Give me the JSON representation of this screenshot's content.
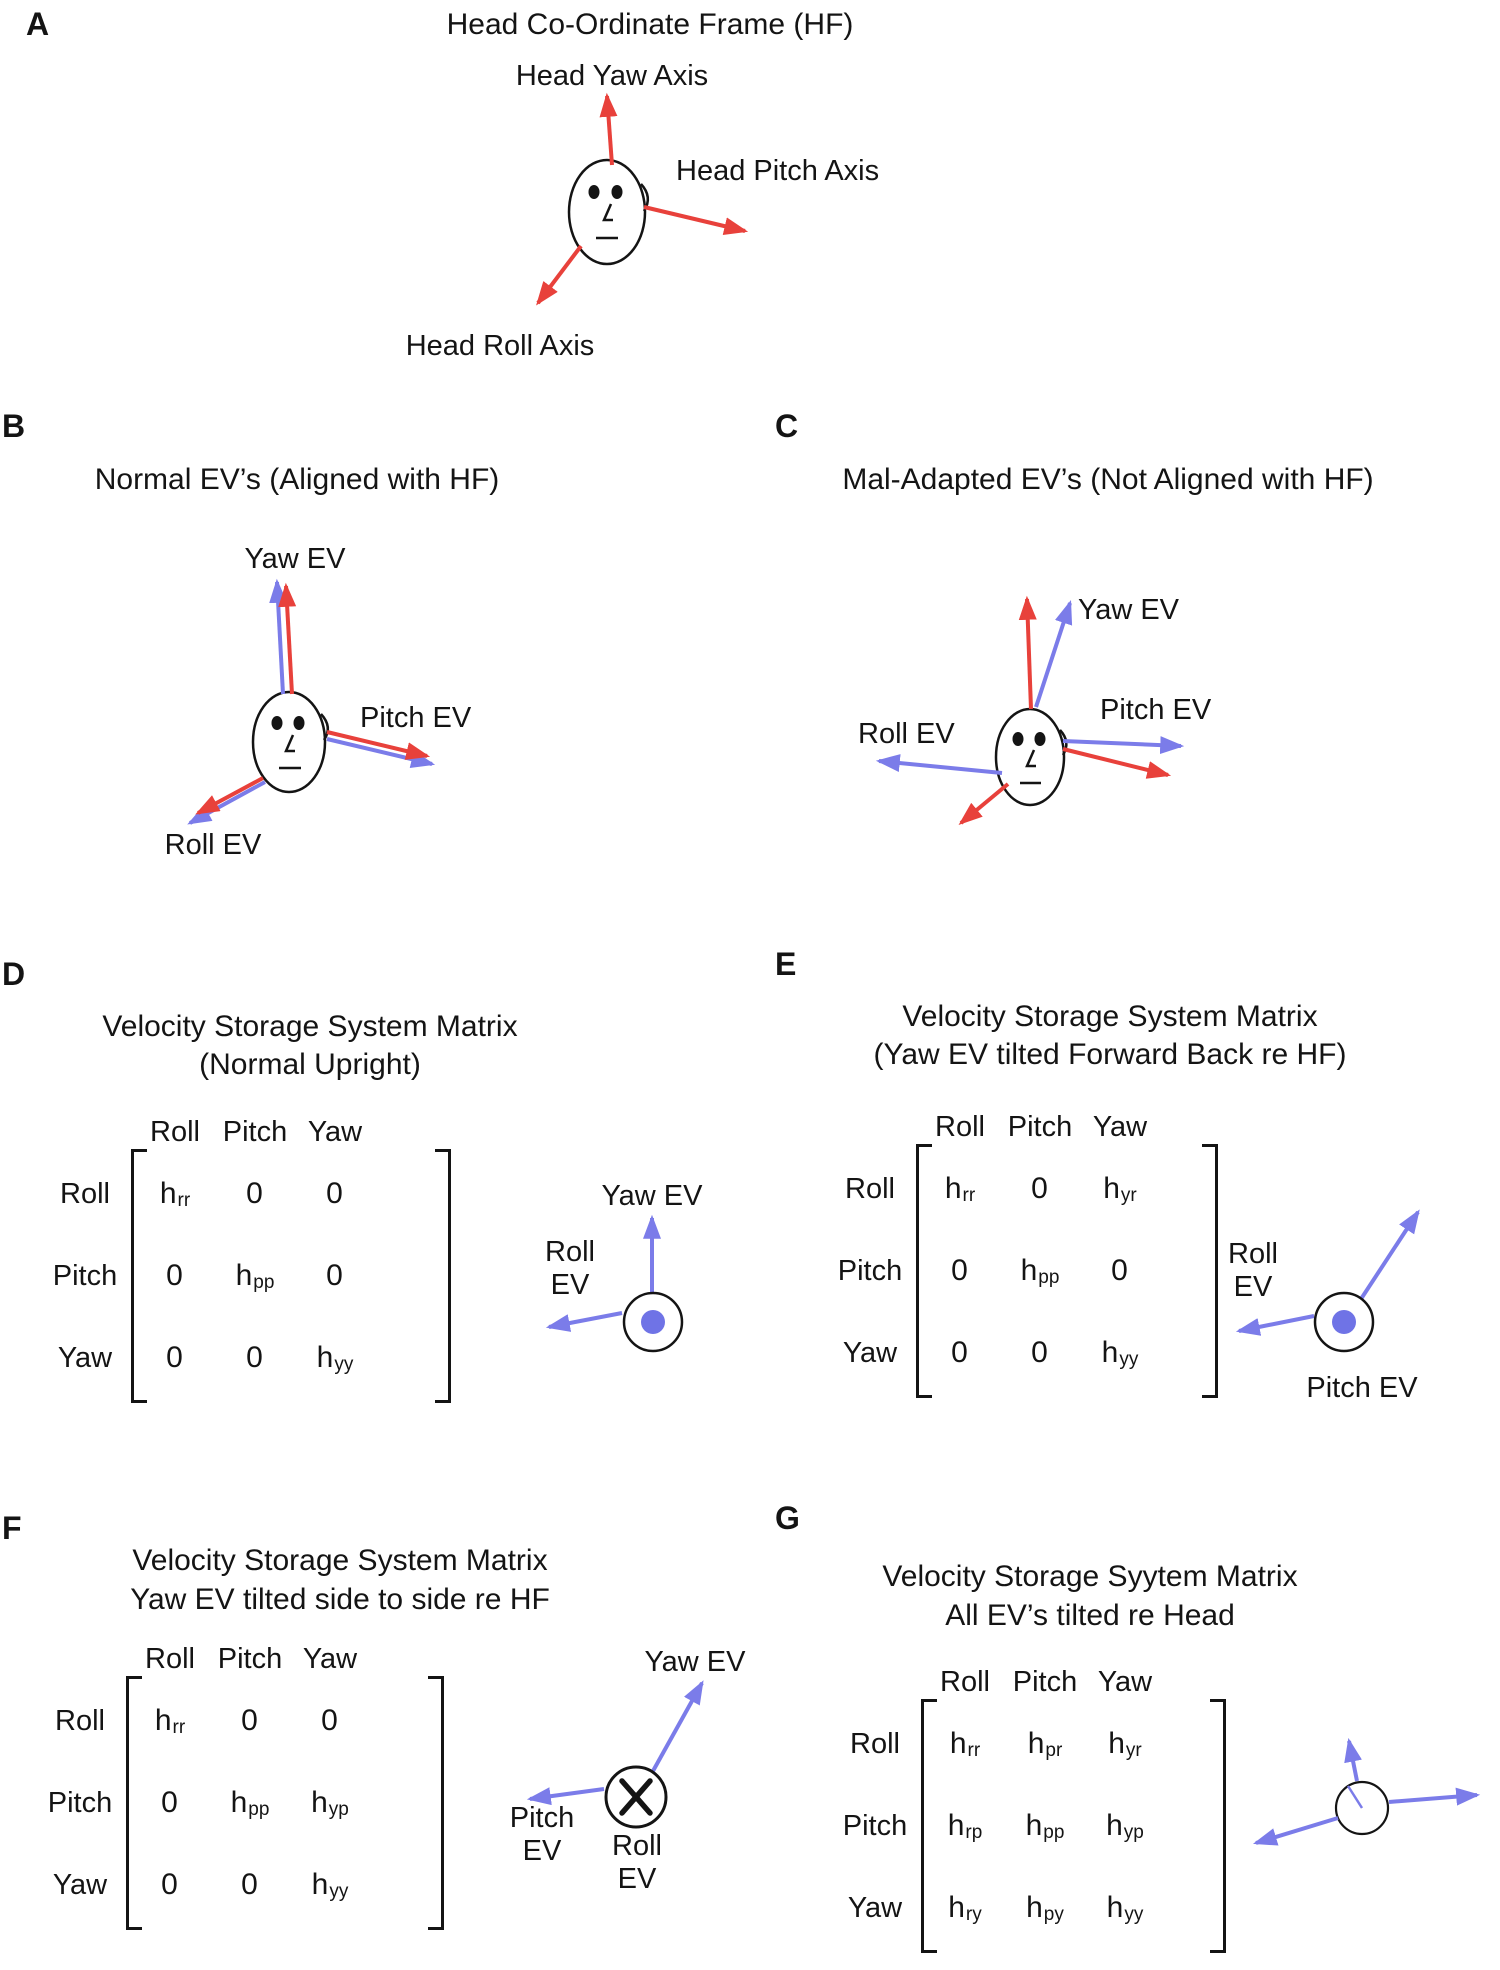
{
  "colors": {
    "red": "#e8413b",
    "blue": "#7b7ce9",
    "dot_blue": "#6f73e6",
    "text": "#141414"
  },
  "panels": {
    "a": {
      "label": "A",
      "title": "Head Co-Ordinate Frame (HF)",
      "yaw_axis_label": "Head Yaw Axis",
      "pitch_axis_label": "Head Pitch Axis",
      "roll_axis_label": "Head Roll Axis"
    },
    "b": {
      "label": "B",
      "title": "Normal EV’s (Aligned with HF)",
      "yaw_ev_label": "Yaw EV",
      "pitch_ev_label": "Pitch EV",
      "roll_ev_label": "Roll EV"
    },
    "c": {
      "label": "C",
      "title": "Mal-Adapted EV’s (Not Aligned with HF)",
      "yaw_ev_label": "Yaw EV",
      "pitch_ev_label": "Pitch EV",
      "roll_ev_label": "Roll EV"
    },
    "d": {
      "label": "D",
      "title_line1": "Velocity Storage System Matrix",
      "title_line2": "(Normal Upright)",
      "matrix": {
        "col_headers": [
          "Roll",
          "Pitch",
          "Yaw"
        ],
        "row_headers": [
          "Roll",
          "Pitch",
          "Yaw"
        ],
        "cells": [
          [
            {
              "b": "h",
              "s": "rr"
            },
            {
              "b": "0",
              "s": ""
            },
            {
              "b": "0",
              "s": ""
            }
          ],
          [
            {
              "b": "0",
              "s": ""
            },
            {
              "b": "h",
              "s": "pp"
            },
            {
              "b": "0",
              "s": ""
            }
          ],
          [
            {
              "b": "0",
              "s": ""
            },
            {
              "b": "0",
              "s": ""
            },
            {
              "b": "h",
              "s": "yy"
            }
          ]
        ]
      },
      "diagram": {
        "yaw_ev_label": "Yaw EV",
        "roll_ev_label": "Roll\nEV"
      }
    },
    "e": {
      "label": "E",
      "title_line1": "Velocity Storage System Matrix",
      "title_line2": "(Yaw EV tilted Forward Back re HF)",
      "matrix": {
        "col_headers": [
          "Roll",
          "Pitch",
          "Yaw"
        ],
        "row_headers": [
          "Roll",
          "Pitch",
          "Yaw"
        ],
        "cells": [
          [
            {
              "b": "h",
              "s": "rr"
            },
            {
              "b": "0",
              "s": ""
            },
            {
              "b": "h",
              "s": "yr"
            }
          ],
          [
            {
              "b": "0",
              "s": ""
            },
            {
              "b": "h",
              "s": "pp"
            },
            {
              "b": "0",
              "s": ""
            }
          ],
          [
            {
              "b": "0",
              "s": ""
            },
            {
              "b": "0",
              "s": ""
            },
            {
              "b": "h",
              "s": "yy"
            }
          ]
        ]
      },
      "diagram": {
        "roll_ev_label": "Roll\nEV",
        "pitch_ev_label": "Pitch EV"
      }
    },
    "f": {
      "label": "F",
      "title_line1": "Velocity Storage System Matrix",
      "title_line2": "Yaw EV tilted side to side re HF",
      "matrix": {
        "col_headers": [
          "Roll",
          "Pitch",
          "Yaw"
        ],
        "row_headers": [
          "Roll",
          "Pitch",
          "Yaw"
        ],
        "cells": [
          [
            {
              "b": "h",
              "s": "rr"
            },
            {
              "b": "0",
              "s": ""
            },
            {
              "b": "0",
              "s": ""
            }
          ],
          [
            {
              "b": "0",
              "s": ""
            },
            {
              "b": "h",
              "s": "pp"
            },
            {
              "b": "h",
              "s": "yp"
            }
          ],
          [
            {
              "b": "0",
              "s": ""
            },
            {
              "b": "0",
              "s": ""
            },
            {
              "b": "h",
              "s": "yy"
            }
          ]
        ]
      },
      "diagram": {
        "yaw_ev_label": "Yaw EV",
        "pitch_ev_label": "Pitch\nEV",
        "roll_ev_label": "Roll\nEV"
      }
    },
    "g": {
      "label": "G",
      "title_line1": "Velocity Storage Syytem Matrix",
      "title_line2": "All EV’s tilted re Head",
      "matrix": {
        "col_headers": [
          "Roll",
          "Pitch",
          "Yaw"
        ],
        "row_headers": [
          "Roll",
          "Pitch",
          "Yaw"
        ],
        "cells": [
          [
            {
              "b": "h",
              "s": "rr"
            },
            {
              "b": "h",
              "s": "pr"
            },
            {
              "b": "h",
              "s": "yr"
            }
          ],
          [
            {
              "b": "h",
              "s": "rp"
            },
            {
              "b": "h",
              "s": "pp"
            },
            {
              "b": "h",
              "s": "yp"
            }
          ],
          [
            {
              "b": "h",
              "s": "ry"
            },
            {
              "b": "h",
              "s": "py"
            },
            {
              "b": "h",
              "s": "yy"
            }
          ]
        ]
      }
    }
  }
}
